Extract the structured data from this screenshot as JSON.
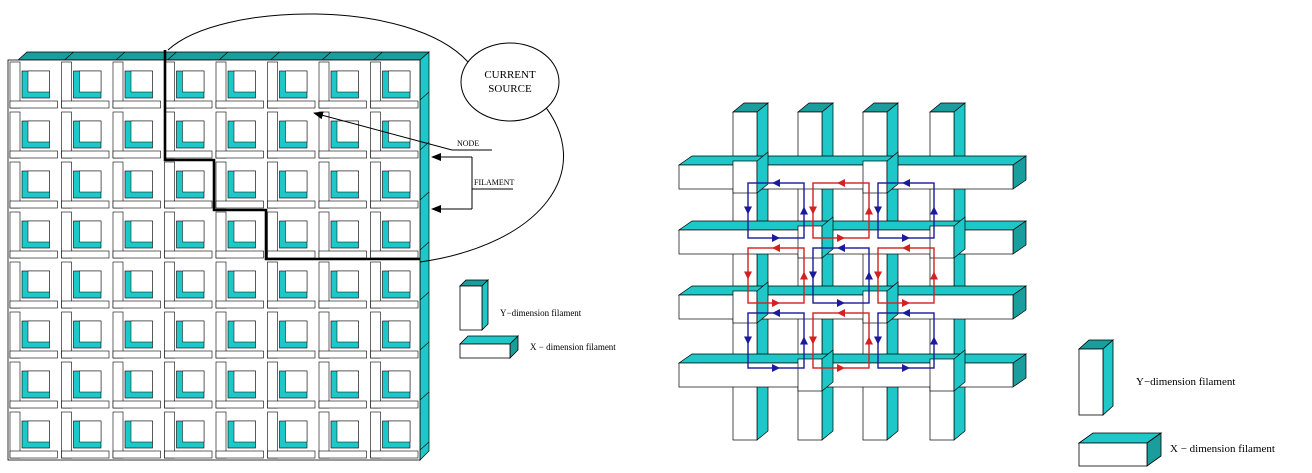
{
  "left_diagram": {
    "source_label_line1": "CURRENT",
    "source_label_line2": "SOURCE",
    "node_label": "NODE",
    "filament_label": "FILAMENT",
    "legend": {
      "y_filament": "Y−dimension filament",
      "x_filament": "X − dimension filament"
    }
  },
  "right_diagram": {
    "legend": {
      "y_filament": "Y−dimension filament",
      "x_filament": "X − dimension filament"
    }
  },
  "colors": {
    "filament_side": "#1ec8c8",
    "filament_top": "#1a9d9d",
    "filament_face": "#ffffff",
    "outline": "#000000",
    "path": "#000000",
    "loop_blue": "#1a1a9a",
    "loop_red": "#d42020"
  }
}
